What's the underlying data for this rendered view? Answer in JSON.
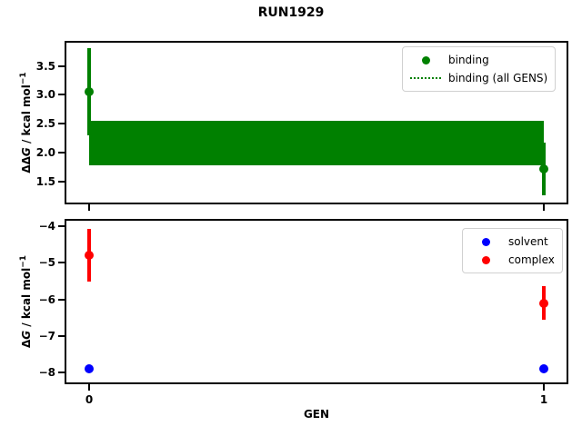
{
  "title": "RUN1929",
  "xlabel": "GEN",
  "colors": {
    "binding": "#008000",
    "band": "#008000",
    "solvent": "#0000ff",
    "complex": "#ff0000",
    "spine": "#000000",
    "legend_border": "#d0d0d0"
  },
  "top_plot": {
    "ylabel_parts": {
      "prefix": "ΔΔ",
      "italic_var": "G",
      "suffix": " / kcal mol",
      "superscript": "−1"
    },
    "legend": {
      "item1": "binding",
      "item2": "binding (all GENS)"
    }
  },
  "bottom_plot": {
    "ylabel_parts": {
      "prefix": "Δ",
      "italic_var": "G",
      "suffix": " / kcal mol",
      "superscript": "−1"
    },
    "legend": {
      "item1": "solvent",
      "item2": "complex"
    }
  },
  "chart_data": [
    {
      "type": "scatter",
      "title": "RUN1929",
      "xlabel": "",
      "ylabel": "ΔΔG / kcal mol⁻¹",
      "x": [
        0,
        1
      ],
      "series": [
        {
          "name": "binding",
          "color": "#008000",
          "values": [
            3.05,
            1.72
          ],
          "errors": [
            0.75,
            0.45
          ]
        }
      ],
      "band": {
        "name": "binding (all GENS)",
        "color": "#008000",
        "x_range": [
          0,
          1
        ],
        "y_range": [
          1.78,
          2.55
        ]
      },
      "xlim": [
        -0.05,
        1.05
      ],
      "ylim": [
        1.14,
        3.9
      ],
      "xticks": [
        0,
        1
      ],
      "xtick_labels": [
        "",
        ""
      ],
      "yticks": [
        1.5,
        2.0,
        2.5,
        3.0,
        3.5
      ],
      "ytick_labels": [
        "1.5",
        "2.0",
        "2.5",
        "3.0",
        "3.5"
      ],
      "grid": false,
      "legend_entries": [
        "binding",
        "binding (all GENS)"
      ],
      "legend_position": "upper right"
    },
    {
      "type": "scatter",
      "title": "",
      "xlabel": "GEN",
      "ylabel": "ΔG / kcal mol⁻¹",
      "x": [
        0,
        1
      ],
      "series": [
        {
          "name": "solvent",
          "color": "#0000ff",
          "values": [
            -7.9,
            -7.9
          ],
          "errors": [
            0.1,
            0.1
          ]
        },
        {
          "name": "complex",
          "color": "#ff0000",
          "values": [
            -4.8,
            -6.1
          ],
          "errors": [
            0.72,
            0.45
          ]
        }
      ],
      "xlim": [
        -0.05,
        1.05
      ],
      "ylim": [
        -8.27,
        -3.85
      ],
      "xticks": [
        0,
        1
      ],
      "xtick_labels": [
        "0",
        "1"
      ],
      "yticks": [
        -8,
        -7,
        -6,
        -5,
        -4
      ],
      "ytick_labels": [
        "−8",
        "−7",
        "−6",
        "−5",
        "−4"
      ],
      "grid": false,
      "legend_entries": [
        "solvent",
        "complex"
      ],
      "legend_position": "upper right"
    }
  ]
}
